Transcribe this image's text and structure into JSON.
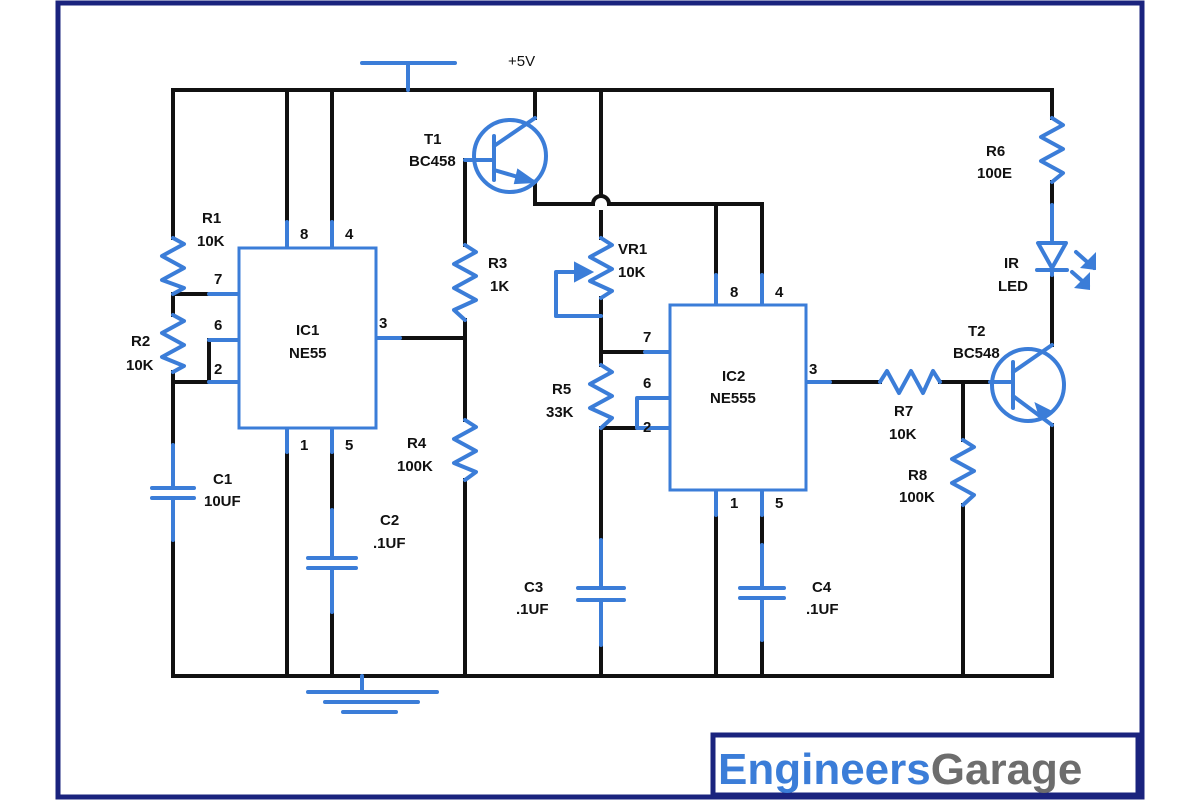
{
  "colors": {
    "wire": "#111111",
    "component": "#3b7dd8",
    "border": "#1a237e",
    "brand_engineers": "#3b7dd8",
    "brand_garage": "#6d6d6d"
  },
  "supply": {
    "label": "+5V"
  },
  "ic1": {
    "name": "IC1",
    "type": "NE55",
    "pins": {
      "p8": "8",
      "p4": "4",
      "p7": "7",
      "p6": "6",
      "p2": "2",
      "p3": "3",
      "p1": "1",
      "p5": "5"
    }
  },
  "ic2": {
    "name": "IC2",
    "type": "NE555",
    "pins": {
      "p8": "8",
      "p4": "4",
      "p7": "7",
      "p6": "6",
      "p2": "2",
      "p3": "3",
      "p1": "1",
      "p5": "5"
    }
  },
  "components": {
    "r1": {
      "name": "R1",
      "value": "10K"
    },
    "r2": {
      "name": "R2",
      "value": "10K"
    },
    "r3": {
      "name": "R3",
      "value": "1K"
    },
    "r4": {
      "name": "R4",
      "value": "100K"
    },
    "r5": {
      "name": "R5",
      "value": "33K"
    },
    "r6": {
      "name": "R6",
      "value": "100E"
    },
    "r7": {
      "name": "R7",
      "value": "10K"
    },
    "r8": {
      "name": "R8",
      "value": "100K"
    },
    "vr1": {
      "name": "VR1",
      "value": "10K"
    },
    "c1": {
      "name": "C1",
      "value": "10UF"
    },
    "c2": {
      "name": "C2",
      "value": ".1UF"
    },
    "c3": {
      "name": "C3",
      "value": ".1UF"
    },
    "c4": {
      "name": "C4",
      "value": ".1UF"
    },
    "t1": {
      "name": "T1",
      "value": "BC458"
    },
    "t2": {
      "name": "T2",
      "value": "BC548"
    },
    "led": {
      "name": "IR",
      "value": "LED"
    }
  },
  "brand": {
    "part1": "Engineers",
    "part2": "Garage"
  }
}
